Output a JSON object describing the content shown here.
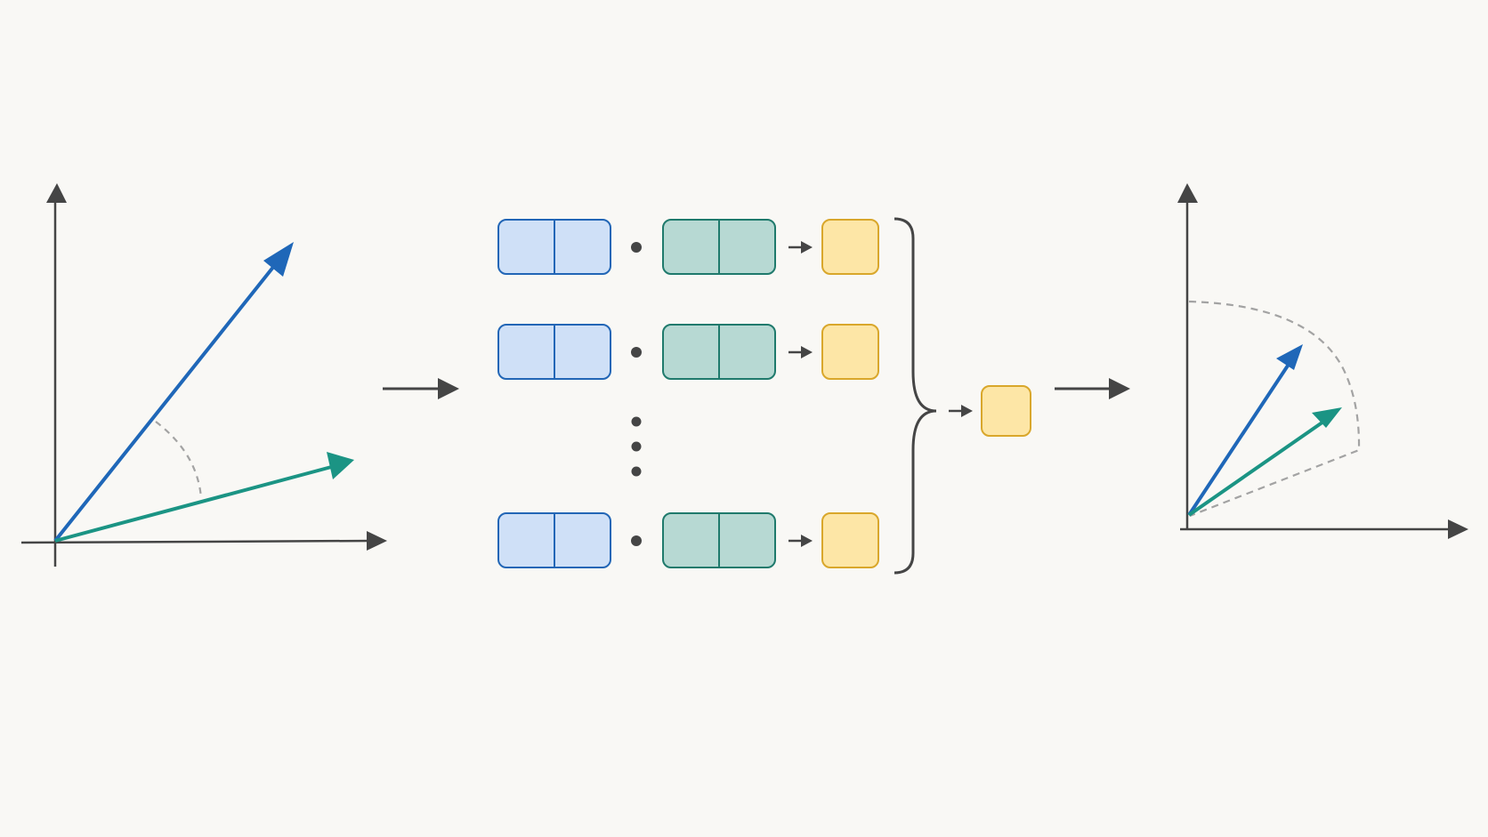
{
  "colors": {
    "background": "#f9f8f5",
    "axis": "#454545",
    "vector_a": "#1f67b8",
    "vector_b": "#1b9484",
    "angle_arc": "#a3a3a3",
    "query_fill": "#cfe0f7",
    "query_stroke": "#2266b6",
    "key_fill": "#b7d9d3",
    "key_stroke": "#1f7a6c",
    "score_fill": "#fde6a6",
    "score_stroke": "#d9a72b",
    "connector": "#454545"
  },
  "stages": {
    "input_plot": {
      "vectors": [
        "vector-a",
        "vector-b"
      ],
      "angle_marker": true
    },
    "pairwise_products": {
      "row_count_shown": 3,
      "ellipsis": true,
      "row_parts": [
        "query-vector",
        "dot-operator",
        "key-vector",
        "arrow",
        "score"
      ]
    },
    "aggregation": {
      "brace": true,
      "output": "aggregated-score"
    },
    "output_plot": {
      "vectors": [
        "vector-a",
        "vector-b"
      ],
      "angle_marker": true,
      "dashed_sector": true
    }
  }
}
